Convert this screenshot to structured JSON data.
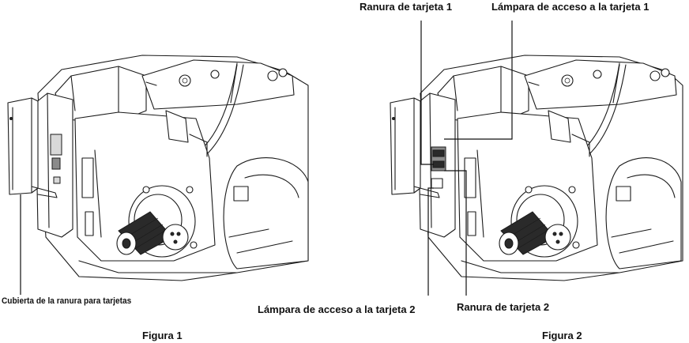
{
  "labels": {
    "slot_cover": "Cubierta de la ranura para tarjetas",
    "card_slot_1": "Ranura de tarjeta 1",
    "access_lamp_1": "Lámpara de acceso a la tarjeta 1",
    "access_lamp_2": "Lámpara de acceso a la tarjeta 2",
    "card_slot_2": "Ranura de tarjeta 2"
  },
  "captions": {
    "figure1": "Figura 1",
    "figure2": "Figura 2"
  }
}
